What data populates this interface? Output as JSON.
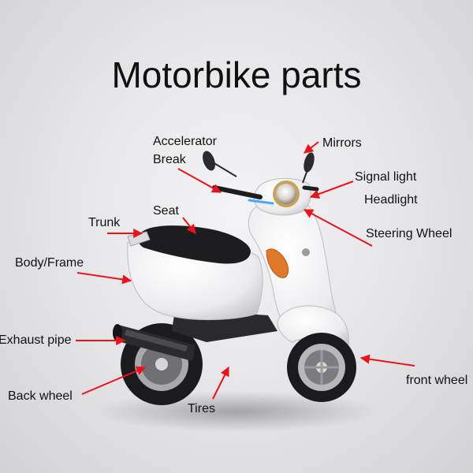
{
  "title": "Motorbike parts",
  "labels": {
    "accelerator": "Accelerator",
    "break": "Break",
    "mirrors": "Mirrors",
    "signal_light": "Signal light",
    "headlight": "Headlight",
    "trunk": "Trunk",
    "seat": "Seat",
    "steering_wheel": "Steering Wheel",
    "body_frame": "Body/Frame",
    "exhaust_pipe": "Exhaust pipe",
    "front_wheel": "front wheel",
    "back_wheel": "Back wheel",
    "tires": "Tires"
  },
  "colors": {
    "arrow": "#e8141b",
    "scooter_body": "#f3f3f5",
    "seat": "#1d1d1f",
    "tire": "#1b1b1d",
    "rim": "#b8b8bc",
    "headlight_rim": "#c8a25a",
    "blinker": "#e07a2a"
  }
}
